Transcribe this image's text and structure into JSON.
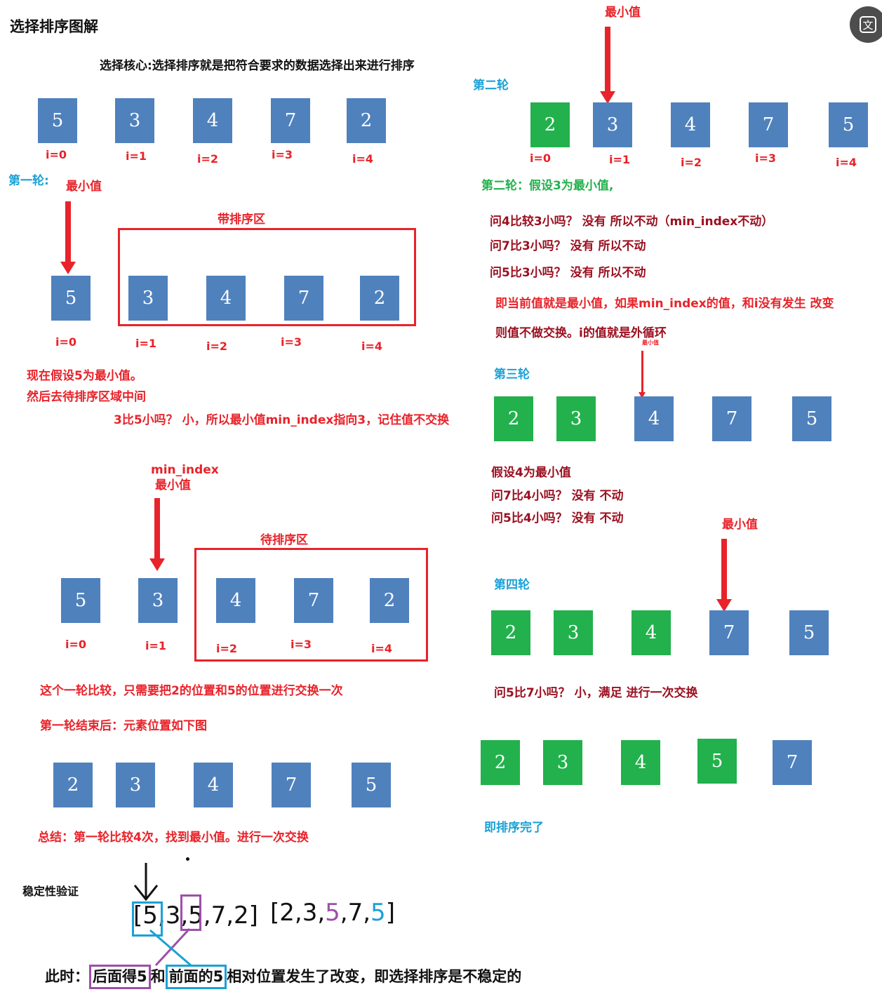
{
  "title": "选择排序图解",
  "core": "选择核心:选择排序就是把符合要求的数据选择出来进行排序",
  "translate_icon": "文",
  "min_label": "最小值",
  "min_index_label": "min_index",
  "small_min_label": "最小值",
  "round1": {
    "label": "第一轮:",
    "unsorted": "带排序区",
    "unsorted2": "待排序区",
    "notes": [
      "现在假设5为最小值。",
      "然后去待排序区域中间",
      "3比5小吗？ 小，所以最小值min_index指向3，记住值不交换"
    ],
    "after": [
      "这个一轮比较，只需要把2的位置和5的位置进行交换一次",
      "第一轮结束后：元素位置如下图"
    ],
    "summary": "总结：第一轮比较4次，找到最小值。进行一次交换"
  },
  "round2": {
    "label": "第二轮",
    "assume": "第二轮：假设3为最小值,",
    "q": [
      "问4比较3小吗？ 没有 所以不动（min_index不动）",
      "问7比3小吗？  没有  所以不动",
      "问5比3小吗？   没有 所以不动"
    ],
    "concl": [
      "即当前值就是最小值，如果min_index的值，和i没有发生 改变",
      "则值不做交换。i的值就是外循环"
    ]
  },
  "round3": {
    "label": "第三轮",
    "q": [
      "假设4为最小值",
      "问7比4小吗？  没有   不动",
      "问5比4小吗？ 没有   不动"
    ]
  },
  "round4": {
    "label": "第四轮",
    "q": "问5比7小吗？  小，满足  进行一次交换"
  },
  "done": "即排序完了",
  "stability": {
    "label": "稳定性验证",
    "before": [
      "[",
      "5",
      ",3,",
      "5",
      ",7,2]"
    ],
    "after_prefix": "[2,3,",
    "after_p": "5",
    "after_mid": ",7,",
    "after_b": "5",
    "after_suffix": "]",
    "final_prefix": "此时：",
    "final_a": "后面得5",
    "final_mid": "和",
    "final_b": "前面的5",
    "final_rest": "相对位置发生了改变，即选择排序是不稳定的"
  },
  "indices": [
    "i=0",
    "i=1",
    "i=2",
    "i=3",
    "i=4"
  ],
  "arrays": {
    "a_top": [
      "5",
      "3",
      "4",
      "7",
      "2"
    ],
    "a_r1": [
      "5",
      "3",
      "4",
      "7",
      "2"
    ],
    "a_r1b": [
      "5",
      "3",
      "4",
      "7",
      "2"
    ],
    "a_r1end": [
      "2",
      "3",
      "4",
      "7",
      "5"
    ],
    "a_r2": [
      "2",
      "3",
      "4",
      "7",
      "5"
    ],
    "a_r3": [
      "2",
      "3",
      "4",
      "7",
      "5"
    ],
    "a_r4": [
      "2",
      "3",
      "4",
      "7",
      "5"
    ],
    "a_final": [
      "2",
      "3",
      "4",
      "5",
      "7"
    ]
  },
  "colors": {
    "blue_box": "#4f81bd",
    "green_box": "#22b14c",
    "red": "#e8232a",
    "dark_red": "#9b1020",
    "cyan": "#1aa1d6",
    "purple": "#9d4fa9"
  }
}
